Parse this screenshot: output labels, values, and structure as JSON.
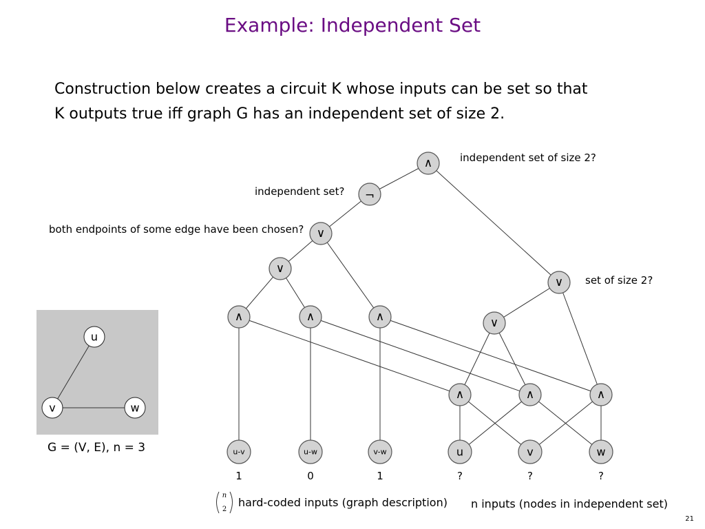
{
  "title": "Example: Independent Set",
  "intro": {
    "line1": "Construction below creates a circuit K whose inputs can be set so that",
    "line2": "K outputs true iff graph G has an independent set of size 2."
  },
  "annotations": {
    "top": "independent set of size 2?",
    "not": "independent set?",
    "or_edge": "both endpoints of some edge have been chosen?",
    "size": "set of size 2?",
    "hardcoded": "hard-coded inputs (graph description)",
    "n_inputs": "n inputs (nodes in independent set)",
    "binom_top": "n",
    "binom_bottom": "2"
  },
  "gate_symbols": {
    "and": "∧",
    "or": "∨",
    "not": "¬"
  },
  "inputs": {
    "uv": "u-v",
    "uw": "u-w",
    "vw": "v-w",
    "u": "u",
    "v": "v",
    "w": "w"
  },
  "input_values": [
    "1",
    "0",
    "1",
    "?",
    "?",
    "?"
  ],
  "graph": {
    "nodes": {
      "u": "u",
      "v": "v",
      "w": "w"
    },
    "caption": "G = (V, E), n = 3"
  },
  "page_number": "21"
}
